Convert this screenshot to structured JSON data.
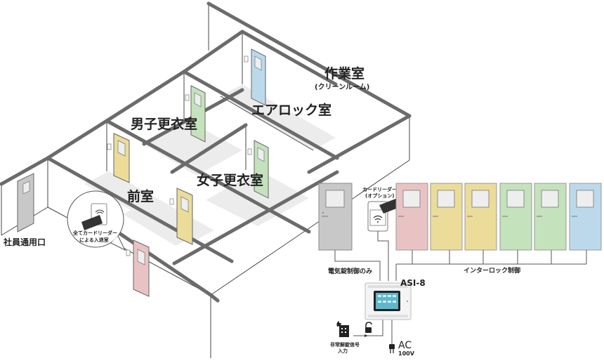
{
  "floorplan": {
    "rooms": {
      "workroom": "作業室",
      "workroom_sub": "(クリーンルーム)",
      "airlock": "エアロック室",
      "mens_locker": "男子更衣室",
      "womens_locker": "女子更衣室",
      "anteroom": "前室",
      "staff_entrance": "社員通用口"
    },
    "callout": {
      "line1": "全てカードリーダー",
      "line2": "による入退室"
    }
  },
  "wiring": {
    "card_reader_label_1": "カードリーダー",
    "card_reader_label_2": "(オプション)",
    "electric_lock_only": "電気錠制御のみ",
    "interlock_control": "インターロック制御",
    "controller_model": "ASI-8",
    "emergency_input_1": "非常解錠信号",
    "emergency_input_2": "入力",
    "power_label": "AC",
    "power_voltage": "100V"
  },
  "colors": {
    "door_gray": "#c8c8c8",
    "door_pink": "#e9c3c3",
    "door_yellow": "#ebdc9a",
    "door_green": "#c4e2bc",
    "door_blue": "#bcd9ec",
    "wall": "#6b6b6b",
    "floor": "#ececec"
  },
  "doors": [
    {
      "id": "staff-entrance",
      "color": "gray"
    },
    {
      "id": "entry-pink",
      "color": "pink"
    },
    {
      "id": "anteroom-1",
      "color": "yellow"
    },
    {
      "id": "anteroom-2",
      "color": "yellow"
    },
    {
      "id": "mens-locker",
      "color": "green"
    },
    {
      "id": "womens-locker",
      "color": "green"
    },
    {
      "id": "airlock",
      "color": "blue"
    }
  ]
}
